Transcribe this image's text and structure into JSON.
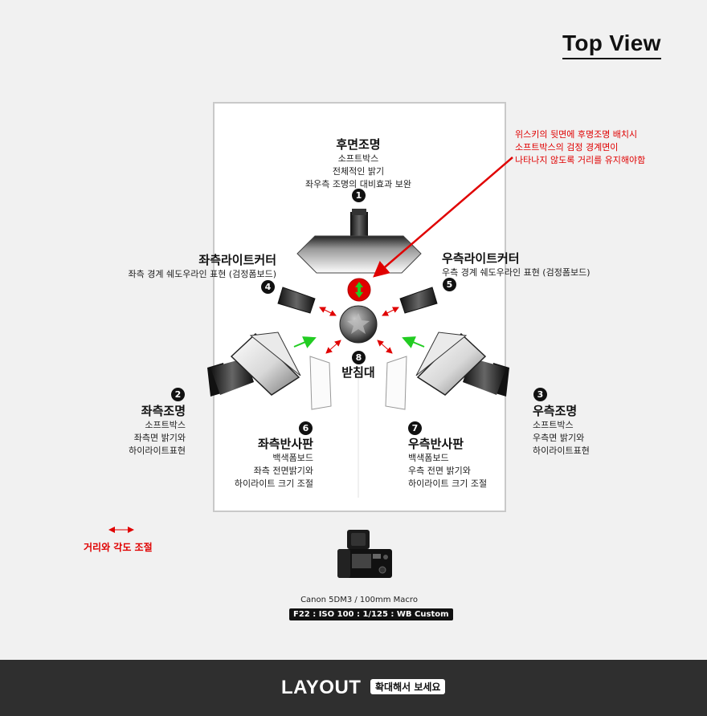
{
  "title": "Top View",
  "note": {
    "line1": "위스키의 뒷면에 후명조명 배치시",
    "line2": "소프트박스의 검정 경계면이",
    "line3": "나타나지 않도록 거리를 유지해야함"
  },
  "lights": {
    "back": {
      "number": "1",
      "title": "후면조명",
      "line1": "소프트박스",
      "line2": "전체적인 밝기",
      "line3": "좌우측 조명의 대비효과 보완"
    },
    "left": {
      "number": "2",
      "title": "좌측조명",
      "line1": "소프트박스",
      "line2": "좌측면 밝기와",
      "line3": "하이라이트표현"
    },
    "right": {
      "number": "3",
      "title": "우측조명",
      "line1": "소프트박스",
      "line2": "우측면 밝기와",
      "line3": "하이라이트표현"
    },
    "left_cutter": {
      "number": "4",
      "title": "좌측라이트커터",
      "line1": "좌측 경계 쉐도우라인 표현 (검정폼보드)"
    },
    "right_cutter": {
      "number": "5",
      "title": "우측라이트커터",
      "line1": "우측 경계 쉐도우라인 표현 (검정폼보드)"
    },
    "left_reflector": {
      "number": "6",
      "title": "좌측반사판",
      "line1": "백색폼보드",
      "line2": "좌측 전면밝기와",
      "line3": "하이라이트 크기 조절"
    },
    "right_reflector": {
      "number": "7",
      "title": "우측반사판",
      "line1": "백색폼보드",
      "line2": "우측 전면 밝기와",
      "line3": "하이라이트 크기 조절"
    },
    "stand": {
      "number": "8",
      "title": "받침대"
    }
  },
  "legend": {
    "label": "거리와 각도 조절"
  },
  "camera": {
    "model": "Canon 5DM3 / 100mm Macro",
    "settings": "F22 : ISO 100 : 1/125 : WB Custom"
  },
  "footer": {
    "title": "LAYOUT",
    "button": "확대해서 보세요"
  },
  "colors": {
    "annotation_red": "#e00000",
    "green_arrow": "#22cc22",
    "footer_bg": "#2f2f2f",
    "stage_bg": "#ffffff"
  }
}
